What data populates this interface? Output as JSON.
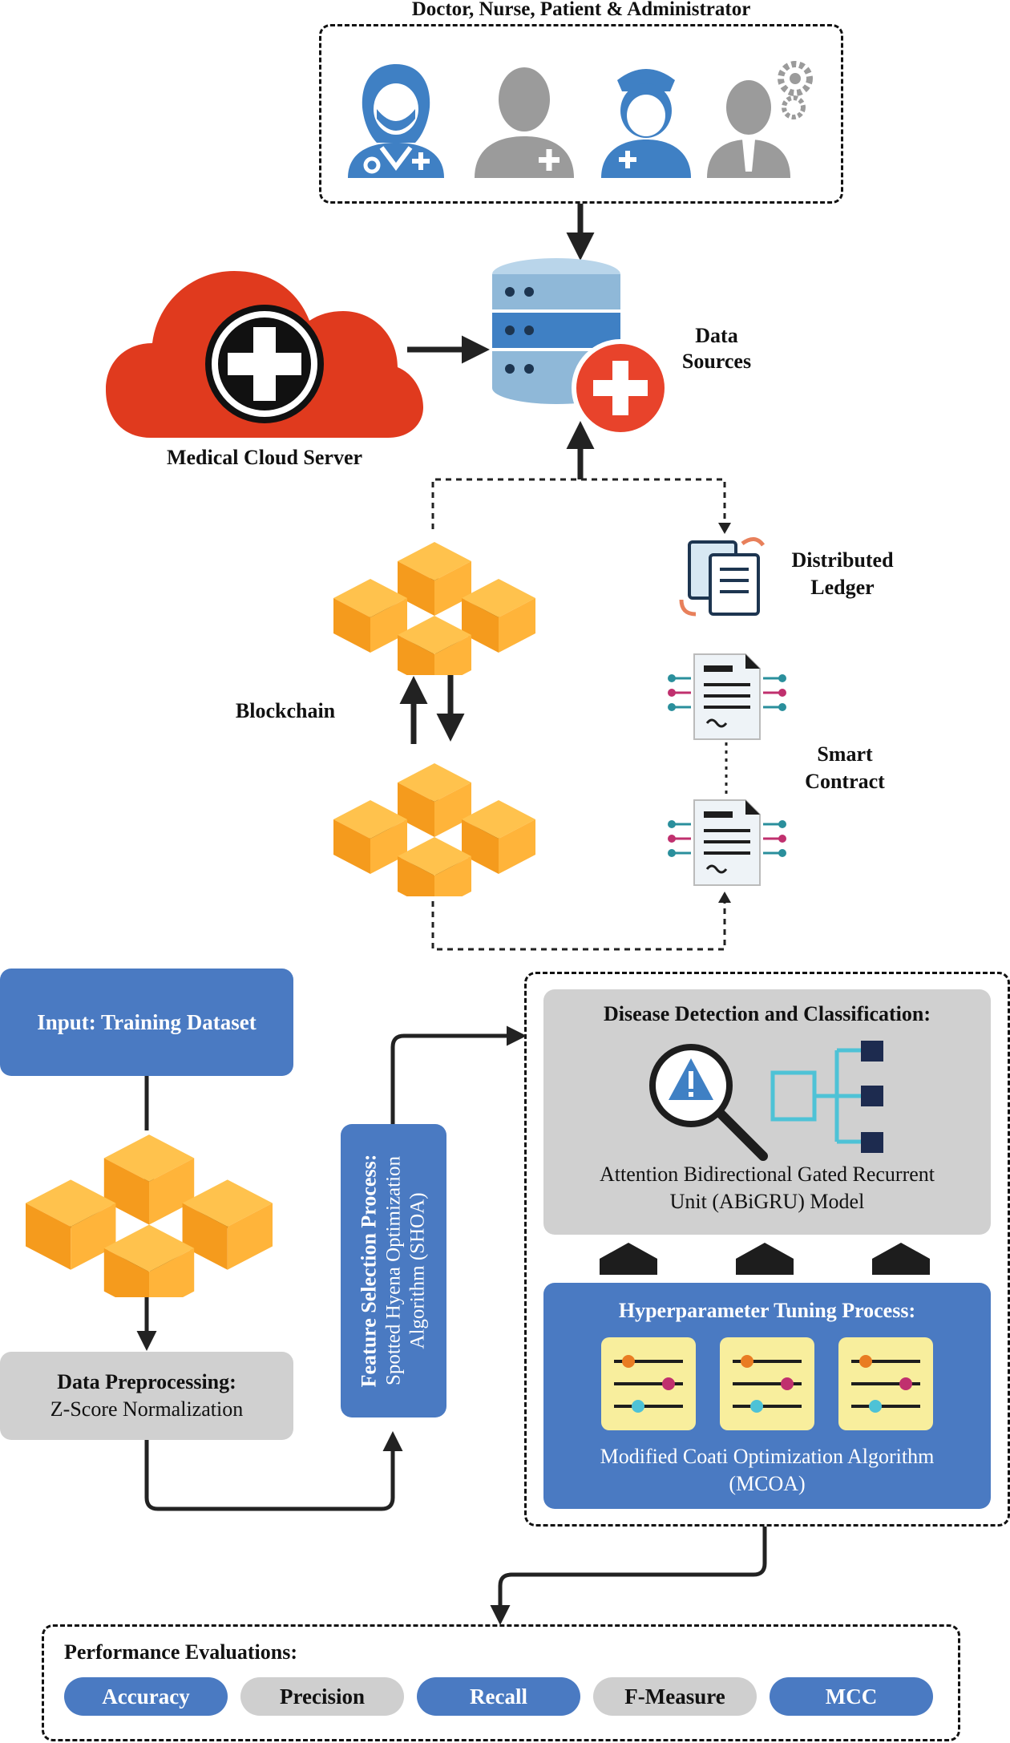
{
  "users": {
    "title": "Doctor, Nurse, Patient & Administrator"
  },
  "cloud": {
    "label": "Medical Cloud Server"
  },
  "datasources": {
    "label_line1": "Data",
    "label_line2": "Sources"
  },
  "ledger": {
    "label_line1": "Distributed",
    "label_line2": "Ledger"
  },
  "blockchain": {
    "label": "Blockchain"
  },
  "contract": {
    "label_line1": "Smart",
    "label_line2": "Contract"
  },
  "input": {
    "label": "Input: Training Dataset"
  },
  "preprocess": {
    "title": "Data Preprocessing:",
    "subtitle": "Z-Score Normalization"
  },
  "feature": {
    "title": "Feature Selection Process:",
    "line1": "Spotted Hyena Optimization",
    "line2": "Algorithm (SHOA)"
  },
  "detection": {
    "title": "Disease Detection and Classification:",
    "line1": "Attention Bidirectional Gated Recurrent",
    "line2": "Unit (ABiGRU) Model"
  },
  "tuning": {
    "title": "Hyperparameter Tuning Process:",
    "line1": "Modified Coati Optimization Algorithm",
    "line2": "(MCOA)"
  },
  "performance": {
    "title": "Performance Evaluations:",
    "metrics": [
      "Accuracy",
      "Precision",
      "Recall",
      "F-Measure",
      "MCC"
    ]
  },
  "colors": {
    "blue": "#4a7ac2",
    "gray": "#d0d0d0",
    "cube_orange": "#f59b1d",
    "cloud_red": "#e03a1e",
    "db_blue": "#3f80c4",
    "plus_red": "#e8432b"
  }
}
